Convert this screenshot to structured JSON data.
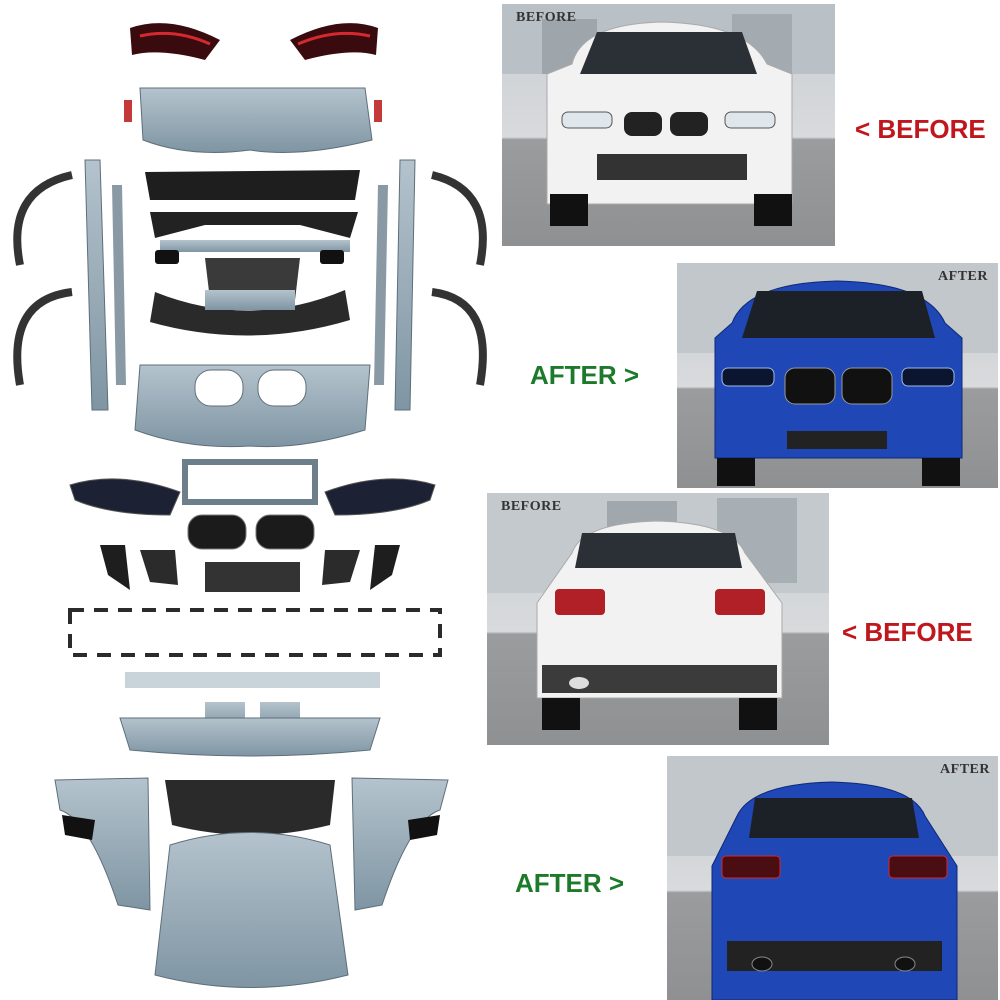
{
  "panels": [
    {
      "tag": "BEFORE",
      "caption": "< BEFORE",
      "view": "front",
      "car_color": "#f2f2f2"
    },
    {
      "tag": "AFTER",
      "caption": "AFTER >",
      "view": "front",
      "car_color": "#1f47b5"
    },
    {
      "tag": "BEFORE",
      "caption": "< BEFORE",
      "view": "rear",
      "car_color": "#f2f2f2"
    },
    {
      "tag": "AFTER",
      "caption": "AFTER >",
      "view": "rear",
      "car_color": "#1f47b5"
    }
  ],
  "colors": {
    "before_caption": "#c0161d",
    "after_caption": "#1d7a2a",
    "part_primer": "#8fa4b2",
    "part_black": "#1e1e1e"
  }
}
